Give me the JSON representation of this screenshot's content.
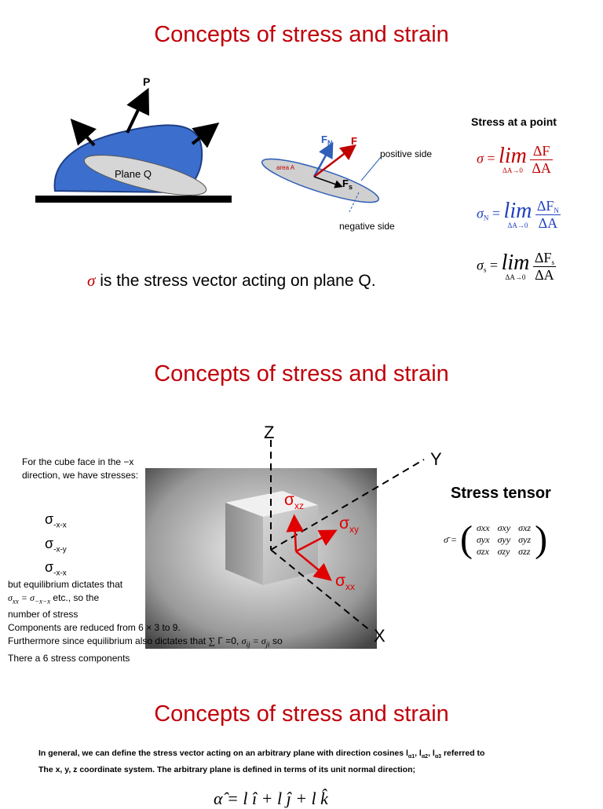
{
  "section1": {
    "title": "Concepts of stress and strain",
    "fig_left": {
      "force_label": "P",
      "plane_label": "Plane Q"
    },
    "fig_mid": {
      "fn_label": "F",
      "fn_sub": "N",
      "f_label": "F",
      "fs_label": "F",
      "fs_sub": "s",
      "area_label": "area A",
      "positive_label": "positive side",
      "negative_label": "negative side"
    },
    "stress_point": {
      "heading": "Stress at a point",
      "sigma": "σ",
      "lim": "lim",
      "lim_sub": "ΔA→0",
      "num1": "ΔF",
      "den": "ΔA",
      "sub_n": "N",
      "sub_s": "s"
    },
    "caption_sigma": "σ",
    "caption": " is the stress vector acting on plane Q."
  },
  "section2": {
    "title": "Concepts of stress and strain",
    "axes": {
      "z": "Z",
      "y": "Y",
      "x": "X"
    },
    "labels": {
      "sigma": "σ",
      "xz": "xz",
      "xy": "xy",
      "xx": "xx"
    },
    "left_intro": "For the cube face in the −x direction, we have stresses:",
    "stress_list": [
      {
        "sym": "σ",
        "sub": "-x-x"
      },
      {
        "sym": "σ",
        "sub": "-x-y"
      },
      {
        "sym": "σ",
        "sub": "-x-x"
      }
    ],
    "para1": "but equilibrium dictates that",
    "para2_tail": " etc., so the",
    "para3": "number of stress",
    "para4": "Components are reduced from 6 × 3 to 9.",
    "para5_a": "Furthermore since equilibrium also dictates that ",
    "para5_b": "Γ =0, ",
    "para5_c": " so",
    "para6": "There a 6 stress components",
    "tensor_heading": "Stress tensor",
    "tensor": [
      [
        "σxx",
        "σxy",
        "σxz"
      ],
      [
        "σyx",
        "σyy",
        "σyz"
      ],
      [
        "σzx",
        "σzy",
        "σzz"
      ]
    ]
  },
  "section3": {
    "title": "Concepts of stress and strain",
    "para_line1": "In general, we can define the stress vector acting on an arbitrary plane with direction cosines l",
    "para_line2": "The x, y, z coordinate system. The arbitrary plane is defined in terms of its unit normal direction;",
    "formula": "α̂ = l î + l ĵ + l k̂"
  }
}
